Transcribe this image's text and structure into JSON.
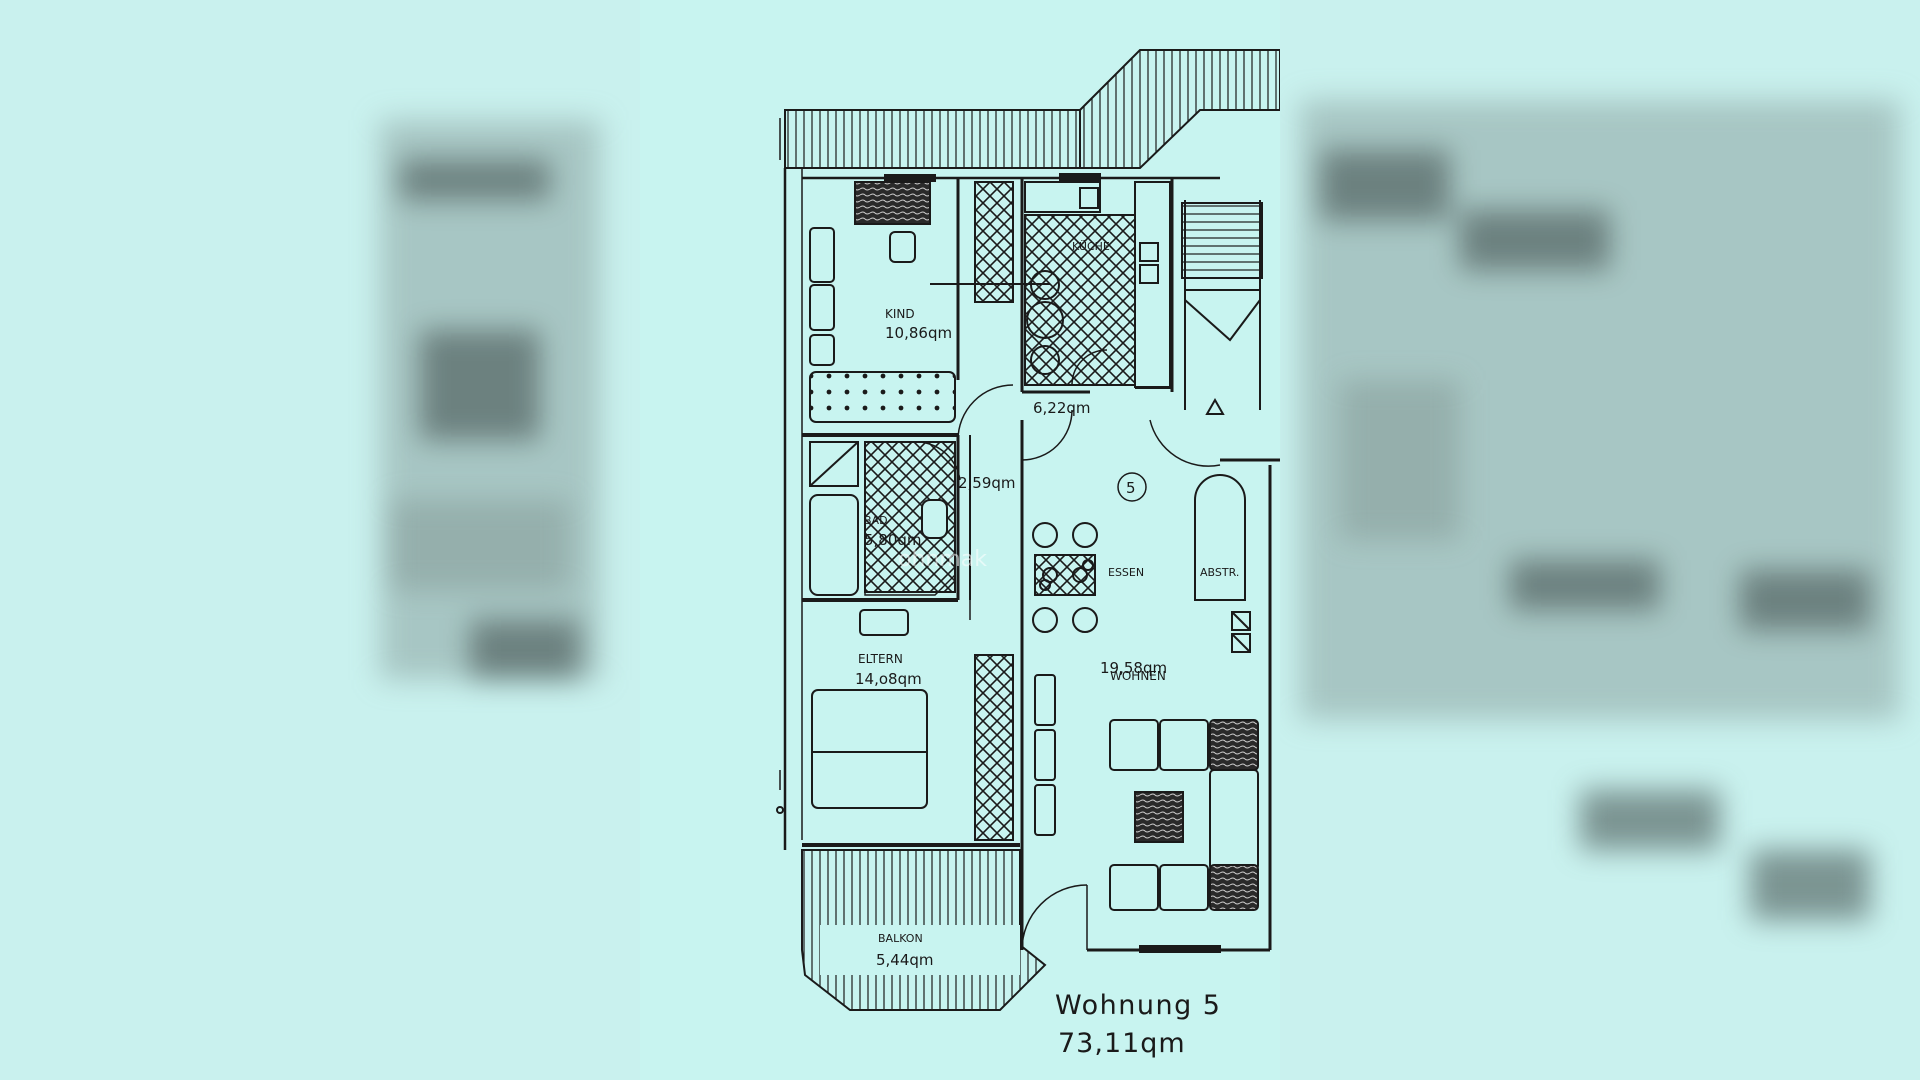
{
  "plan": {
    "unit_number": "5",
    "title": "Wohnung 5",
    "total_area": "73,11qm",
    "watermark": "ohnmak",
    "rooms": [
      {
        "id": "kind",
        "name": "KIND",
        "area": "10,86qm"
      },
      {
        "id": "kueche",
        "name": "KÜCHE",
        "area": "6,22qm"
      },
      {
        "id": "flur",
        "name": "",
        "area": "2,59qm"
      },
      {
        "id": "bad",
        "name": "BAD",
        "area": "5,80qm"
      },
      {
        "id": "eltern",
        "name": "ELTERN",
        "area": "14,o8qm"
      },
      {
        "id": "essen",
        "name": "ESSEN",
        "area": ""
      },
      {
        "id": "abstr",
        "name": "ABSTR.",
        "area": ""
      },
      {
        "id": "wohnen",
        "name": "WOHNEN",
        "area": "19,58qm"
      },
      {
        "id": "balkon",
        "name": "BALKON",
        "area": "5,44qm"
      }
    ]
  },
  "colors": {
    "background": "#c6f1ed",
    "line": "#1a1a1a"
  }
}
